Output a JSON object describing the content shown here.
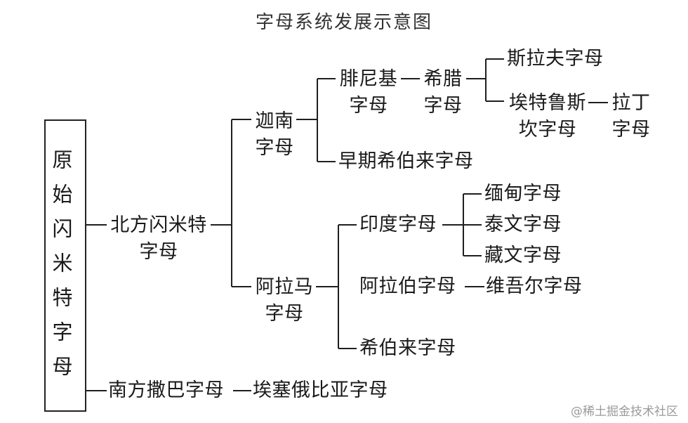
{
  "title": "字母系统发展示意图",
  "root": "原始闪米特字母",
  "nodes": {
    "north_semitic": "北方闪米特字母",
    "south_arabian": "南方撒巴字母",
    "ethiopian": "埃塞俄比亚字母",
    "canaanite": "迦南字母",
    "aramaic": "阿拉马字母",
    "phoenician": "腓尼基字母",
    "greek": "希腊字母",
    "slavic": "斯拉夫字母",
    "etruscan": "埃特鲁斯坎字母",
    "latin": "拉丁字母",
    "early_hebrew": "早期希伯来字母",
    "indian": "印度字母",
    "burmese": "缅甸字母",
    "thai": "泰文字母",
    "tibetan": "藏文字母",
    "arabic": "阿拉伯字母",
    "uyghur": "维吾尔字母",
    "hebrew": "希伯来字母"
  },
  "watermark": "@稀土掘金技术社区"
}
